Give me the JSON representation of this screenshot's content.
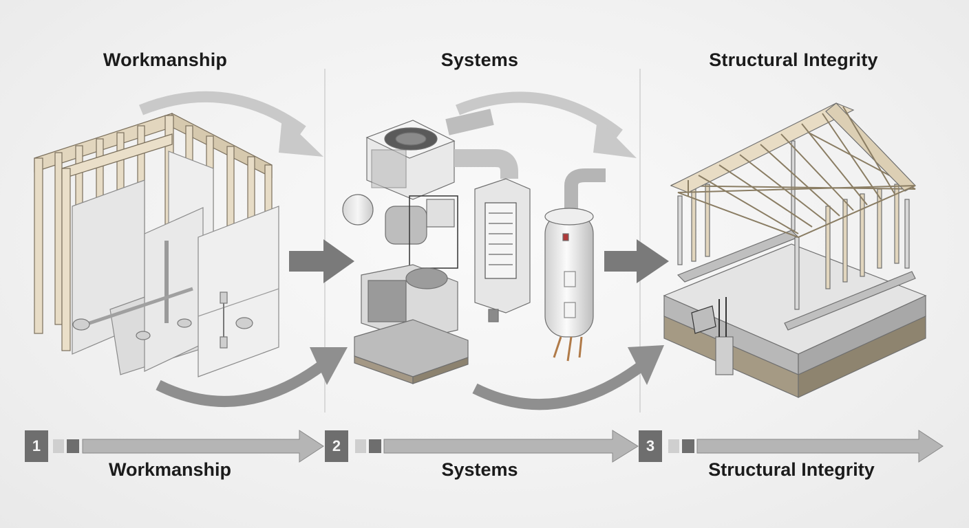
{
  "stages": [
    {
      "number": "1",
      "title": "Workmanship",
      "label": "Workmanship"
    },
    {
      "number": "2",
      "title": "Systems",
      "label": "Systems"
    },
    {
      "number": "3",
      "title": "Structural Integrity",
      "label": "Structural Integrity"
    }
  ],
  "icons": {
    "stage1": "wall-framing-drywall-icon",
    "stage2": "hvac-electrical-water-heater-icon",
    "stage3": "house-frame-foundation-icon"
  },
  "colors": {
    "arrow": "#8a8a8a",
    "arrow_dark": "#6e6e6e",
    "wood": "#e2d6be",
    "panel": "#ececec",
    "badge": "#6e6e6e"
  }
}
